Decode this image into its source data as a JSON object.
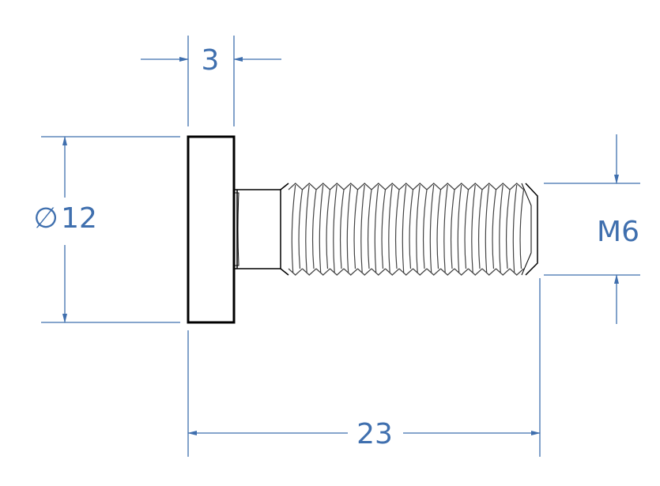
{
  "dimensions": {
    "head_thickness": "3",
    "head_diameter_symbol": "∅",
    "head_diameter_value": "12",
    "thread": "M6",
    "overall_length": "23"
  },
  "colors": {
    "dimension": "#3f6fae",
    "part_outline": "#000000",
    "thread_lines": "#444444"
  }
}
